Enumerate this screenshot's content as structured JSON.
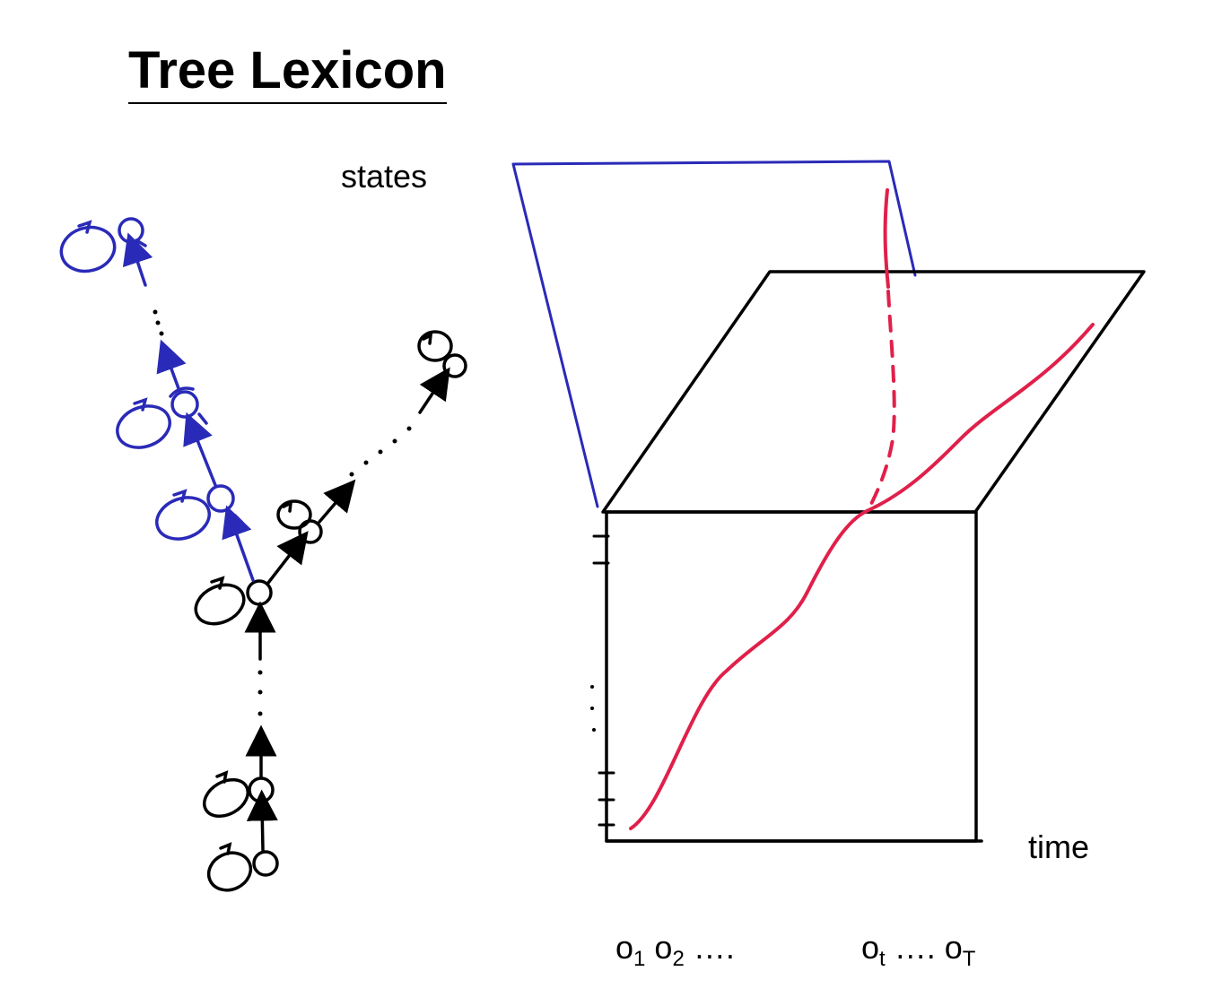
{
  "title": "Tree Lexicon",
  "axis": {
    "states_label": "states",
    "time_label": "time"
  },
  "observations": {
    "o1": "o",
    "o1_sub": "1",
    "o2": "o",
    "o2_sub": "2",
    "ellipsis_left": "….",
    "ot": "o",
    "ot_sub": "t",
    "ellipsis_right": "….",
    "oT": "o",
    "oT_sub": "T"
  },
  "colors": {
    "ink": "#000000",
    "blue_branch": "#2a2ab8",
    "path_red": "#e0204a"
  }
}
